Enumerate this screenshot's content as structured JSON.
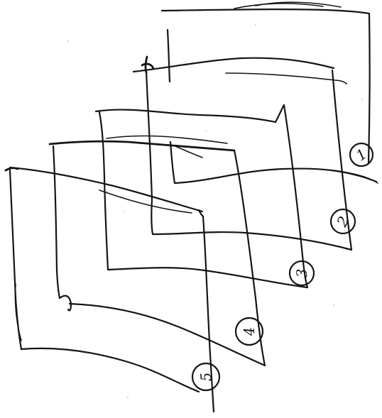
{
  "sketch": {
    "description_layers": [
      "1",
      "2",
      "3",
      "4",
      "5"
    ],
    "badges": [
      {
        "label": "1"
      },
      {
        "label": "2"
      },
      {
        "label": "3"
      },
      {
        "label": "4"
      },
      {
        "label": "5"
      }
    ],
    "ink_color": "#151515",
    "paper_color": "#ffffff"
  }
}
